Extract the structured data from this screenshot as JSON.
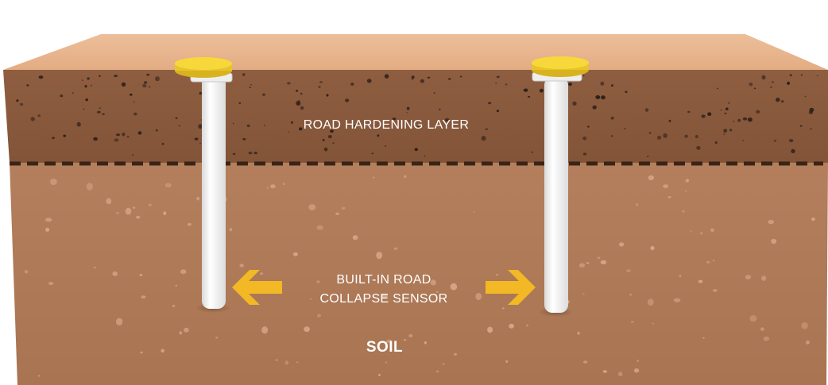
{
  "labels": {
    "hardening_layer": "ROAD HARDENING LAYER",
    "sensor_line1": "BUILT-IN ROAD",
    "sensor_line2": "COLLAPSE SENSOR",
    "soil": "SOIL"
  },
  "colors": {
    "top_face": "#e8b58e",
    "hardening_layer": "#8a5a3e",
    "soil": "#b07c5a",
    "soil_specks": "#d3a486",
    "gravel": "#2e211b",
    "dashed_line": "#3a2418",
    "sensor_cap": "#f7d83b",
    "sensor_pipe": "#f4f4f4",
    "arrow": "#f2b825"
  },
  "icons": {
    "sensor": "sensor-probe-icon",
    "arrow_left": "arrow-left-icon",
    "arrow_right": "arrow-right-icon"
  }
}
